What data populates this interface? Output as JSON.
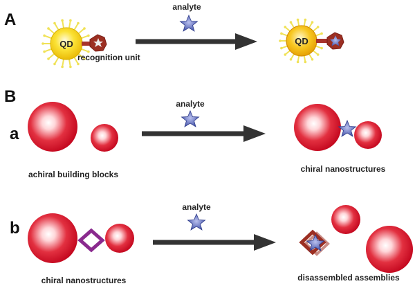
{
  "panels": {
    "A": {
      "letter": "A",
      "qd_label": "QD",
      "analyte_label": "analyte",
      "recognition_label": "recognition unit",
      "qd_after_label": "QD"
    },
    "B": {
      "letter": "B",
      "a": {
        "letter": "a",
        "analyte_label": "analyte",
        "before_caption": "achiral building blocks",
        "after_caption": "chiral nanostructures"
      },
      "b": {
        "letter": "b",
        "analyte_label": "analyte",
        "before_caption": "chiral nanostructures",
        "after_caption": "disassembled assemblies"
      }
    }
  },
  "colors": {
    "sphere_red": "#d8102a",
    "qd_yellow": "#f7d417",
    "qd_ray": "#f2e35a",
    "recognition_brown": "#9c2f22",
    "linker_purple": "#8a2a8e",
    "star_blue": "#4f5fb0",
    "arrow": "#333333"
  }
}
